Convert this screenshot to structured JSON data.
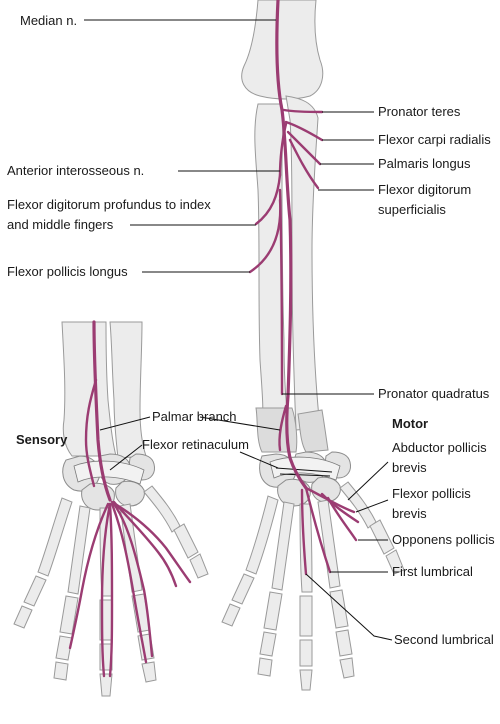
{
  "colors": {
    "nerve": "#9b3c72",
    "nerve_dark": "#7a2658",
    "bone": "#ececec",
    "outline": "#9a9a9a"
  },
  "labels": {
    "median": "Median n.",
    "anterior_interosseous": "Anterior interosseous n.",
    "fdp_line1": "Flexor digitorum profundus to index",
    "fdp_line2": "and middle fingers",
    "fpl": "Flexor pollicis longus",
    "pronator_teres": "Pronator teres",
    "fcr": "Flexor carpi radialis",
    "palmaris": "Palmaris longus",
    "fds_line1": "Flexor digitorum",
    "fds_line2": "superficialis",
    "pronator_quadratus": "Pronator quadratus",
    "motor": "Motor",
    "apb_line1": "Abductor pollicis",
    "apb_line2": "brevis",
    "fpb_line1": "Flexor pollicis",
    "fpb_line2": "brevis",
    "opponens": "Opponens pollicis",
    "first_lumbrical": "First lumbrical",
    "second_lumbrical": "Second lumbrical",
    "palmar_branch": "Palmar branch",
    "flexor_retinaculum": "Flexor retinaculum",
    "sensory": "Sensory"
  }
}
